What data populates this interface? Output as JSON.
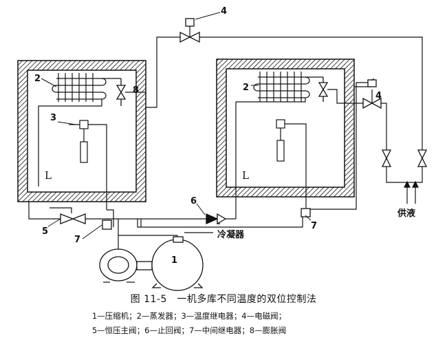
{
  "diagram": {
    "numbers": {
      "n1": "1",
      "n2a": "2",
      "n2b": "2",
      "n3": "3",
      "n4a": "4",
      "n4b": "4",
      "n5": "5",
      "n6": "6",
      "n7a": "7",
      "n7b": "7",
      "n8": "8"
    },
    "rooms": {
      "left": "L",
      "right": "L"
    },
    "labels": {
      "condenser": "冷凝器",
      "supply": "供液"
    }
  },
  "caption": {
    "title": "图 11-5　一机多库不同温度的双位控制法",
    "legend_line1": "1—压缩机；2—蒸发器；3—温度继电器；4—电磁阀；",
    "legend_line2": "5—恒压主阀；6—止回阀；7—中间继电器；8—膨胀阀"
  }
}
